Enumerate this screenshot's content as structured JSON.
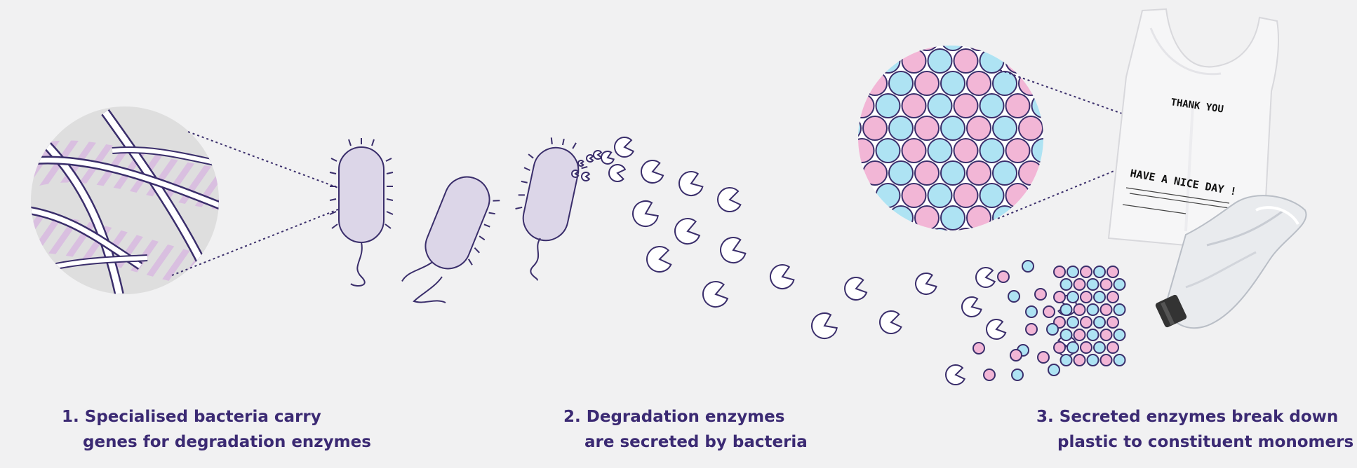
{
  "steps": [
    {
      "number": "1.",
      "line1": "Specialised bacteria carry",
      "line2": "genes for degradation enzymes"
    },
    {
      "number": "2.",
      "line1": "Degradation enzymes",
      "line2": "are secreted by bacteria"
    },
    {
      "number": "3.",
      "line1": "Secreted enzymes break down",
      "line2": "plastic to constituent monomers"
    }
  ],
  "bag": {
    "line1": "THANK YOU",
    "line2": "HAVE A NICE DAY !"
  },
  "colors": {
    "background": "#f1f1f2",
    "caption": "#3b2a73",
    "outline": "#3a2e6b",
    "bacteria_fill": "#dcd6e8",
    "dna_stripe": "#cfb3d9",
    "monomer_pink": "#f2b6d6",
    "monomer_blue": "#aee3f3"
  },
  "icons": [
    "dna-magnifier-icon",
    "bacterium-icon",
    "enzyme-icon",
    "plastic-polymer-magnifier-icon",
    "plastic-bag-icon",
    "plastic-bottle-icon"
  ]
}
